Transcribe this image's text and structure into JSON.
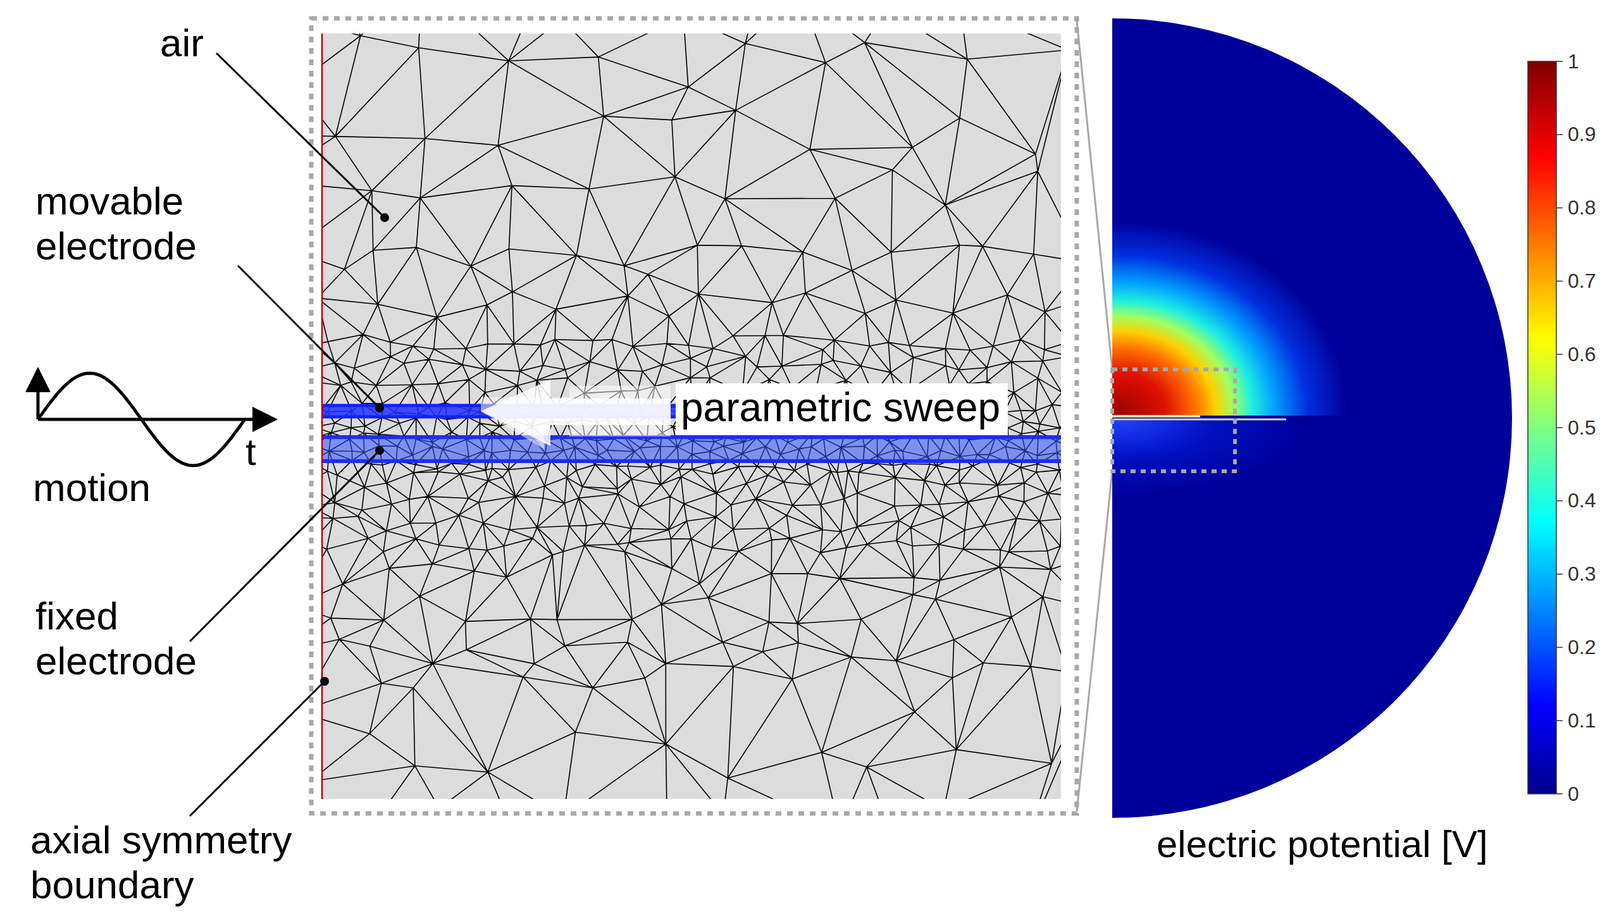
{
  "diagram": {
    "labels": [
      "air",
      "movable electrode",
      "motion",
      "t",
      "fixed electrode",
      "axial symmetry boundary",
      "parametric sweep",
      "electric potential [V]",
      "1",
      "0.9",
      "0.8",
      "0.7",
      "0.6",
      "0.5",
      "0.4",
      "0.3",
      "0.2",
      "0.1",
      "0"
    ]
  }
}
